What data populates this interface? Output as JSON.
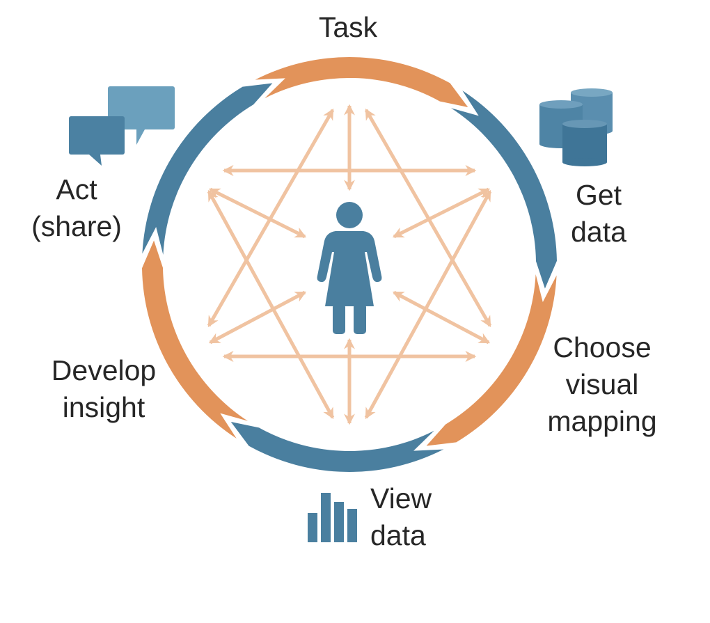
{
  "labels": {
    "task": "Task",
    "get_data": [
      "Get",
      "data"
    ],
    "choose_visual_mapping": [
      "Choose",
      "visual",
      "mapping"
    ],
    "view_data": [
      "View",
      "data"
    ],
    "develop_insight": [
      "Develop",
      "insight"
    ],
    "act_share": [
      "Act",
      "(share)"
    ]
  },
  "icons": {
    "top-right": "database-icon",
    "bottom": "bar-chart-icon",
    "top-left": "speech-bubbles-icon",
    "center": "person-icon"
  },
  "colors": {
    "blue": "#4a7f9f",
    "orange": "#e2935a",
    "arrow": "#f0c3a1",
    "text": "#262626"
  }
}
